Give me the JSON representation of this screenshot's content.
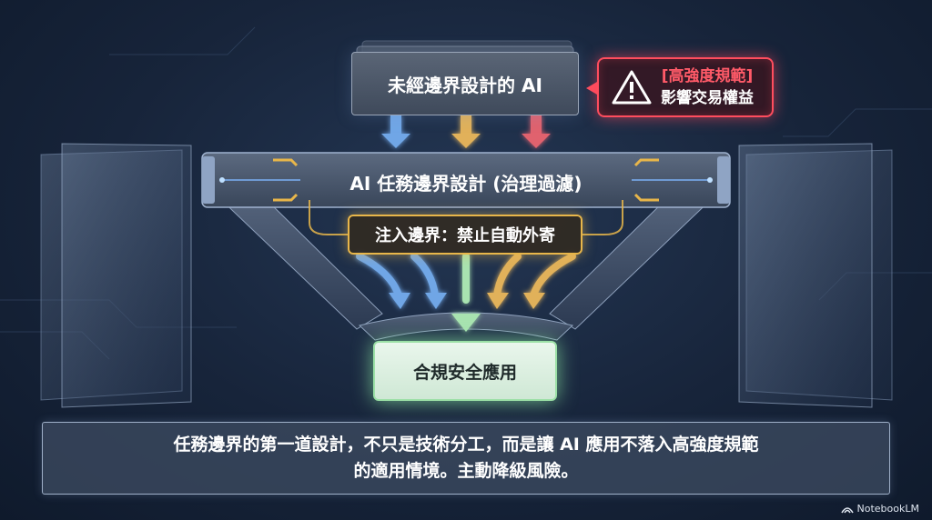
{
  "diagram": {
    "source": "未經邊界設計的 AI",
    "warning": {
      "title": "[高強度規範]",
      "subtitle": "影響交易權益",
      "icon": "warning-triangle-icon"
    },
    "governance": "AI 任務邊界設計 (治理過濾)",
    "injection": "注入邊界：禁止自動外寄",
    "result": "合規安全應用"
  },
  "caption": "任務邊界的第一道設計，不只是技術分工，而是讓 AI 應用不落入高強度規範\n的適用情境。主動降級風險。",
  "brand": "NotebookLM",
  "colors": {
    "arrow_blue": "#6fa6e6",
    "arrow_gold": "#e1b15a",
    "arrow_red": "#e0626e",
    "arrow_green": "#a8e3b0",
    "warning_red": "#ff4d5e",
    "inject_gold": "#e8b64a"
  }
}
